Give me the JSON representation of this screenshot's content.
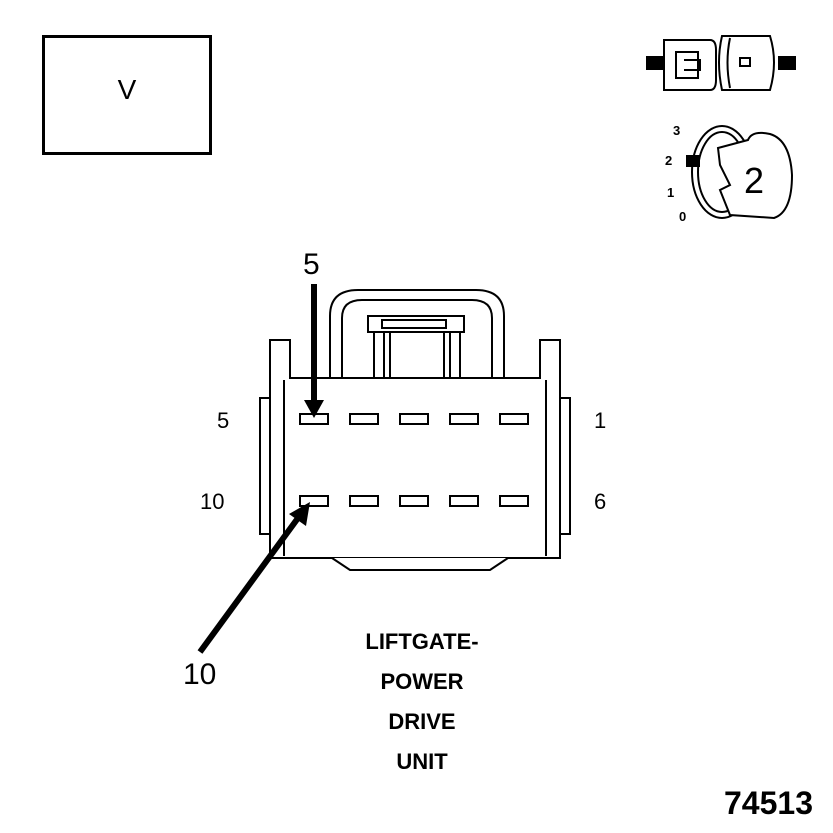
{
  "meter": {
    "mode_label": "V"
  },
  "ignition": {
    "positions": [
      "3",
      "2",
      "1",
      "0"
    ],
    "key_label": "2"
  },
  "connector": {
    "pins": {
      "top_left": "5",
      "top_right": "1",
      "bottom_left": "10",
      "bottom_right": "6"
    }
  },
  "probes": {
    "top": "5",
    "bottom": "10"
  },
  "caption": {
    "lines": [
      "LIFTGATE-",
      "POWER",
      "DRIVE",
      "UNIT"
    ]
  },
  "figure_number": "74513"
}
